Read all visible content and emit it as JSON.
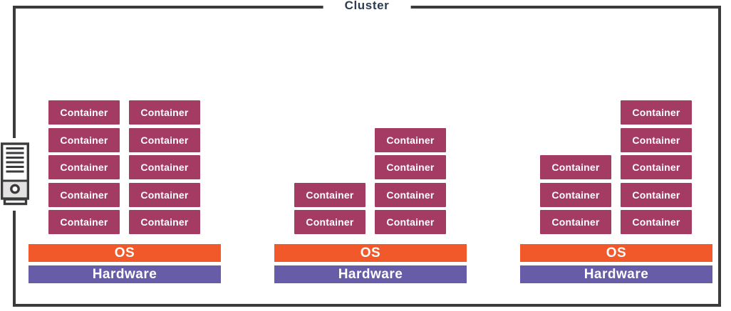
{
  "title": "Cluster",
  "labels": {
    "container": "Container",
    "os": "OS",
    "hardware": "Hardware"
  },
  "colors": {
    "container": "#A33B63",
    "os": "#F1592B",
    "hardware": "#675CA7",
    "border": "#3B3B3D",
    "title": "#2D3C50"
  },
  "icons": {
    "left_edge": "server-tower-icon"
  },
  "nodes": [
    {
      "id": "node-1",
      "container_columns": [
        5,
        5
      ]
    },
    {
      "id": "node-2",
      "container_columns": [
        2,
        4
      ]
    },
    {
      "id": "node-3",
      "container_columns": [
        3,
        5
      ]
    }
  ]
}
